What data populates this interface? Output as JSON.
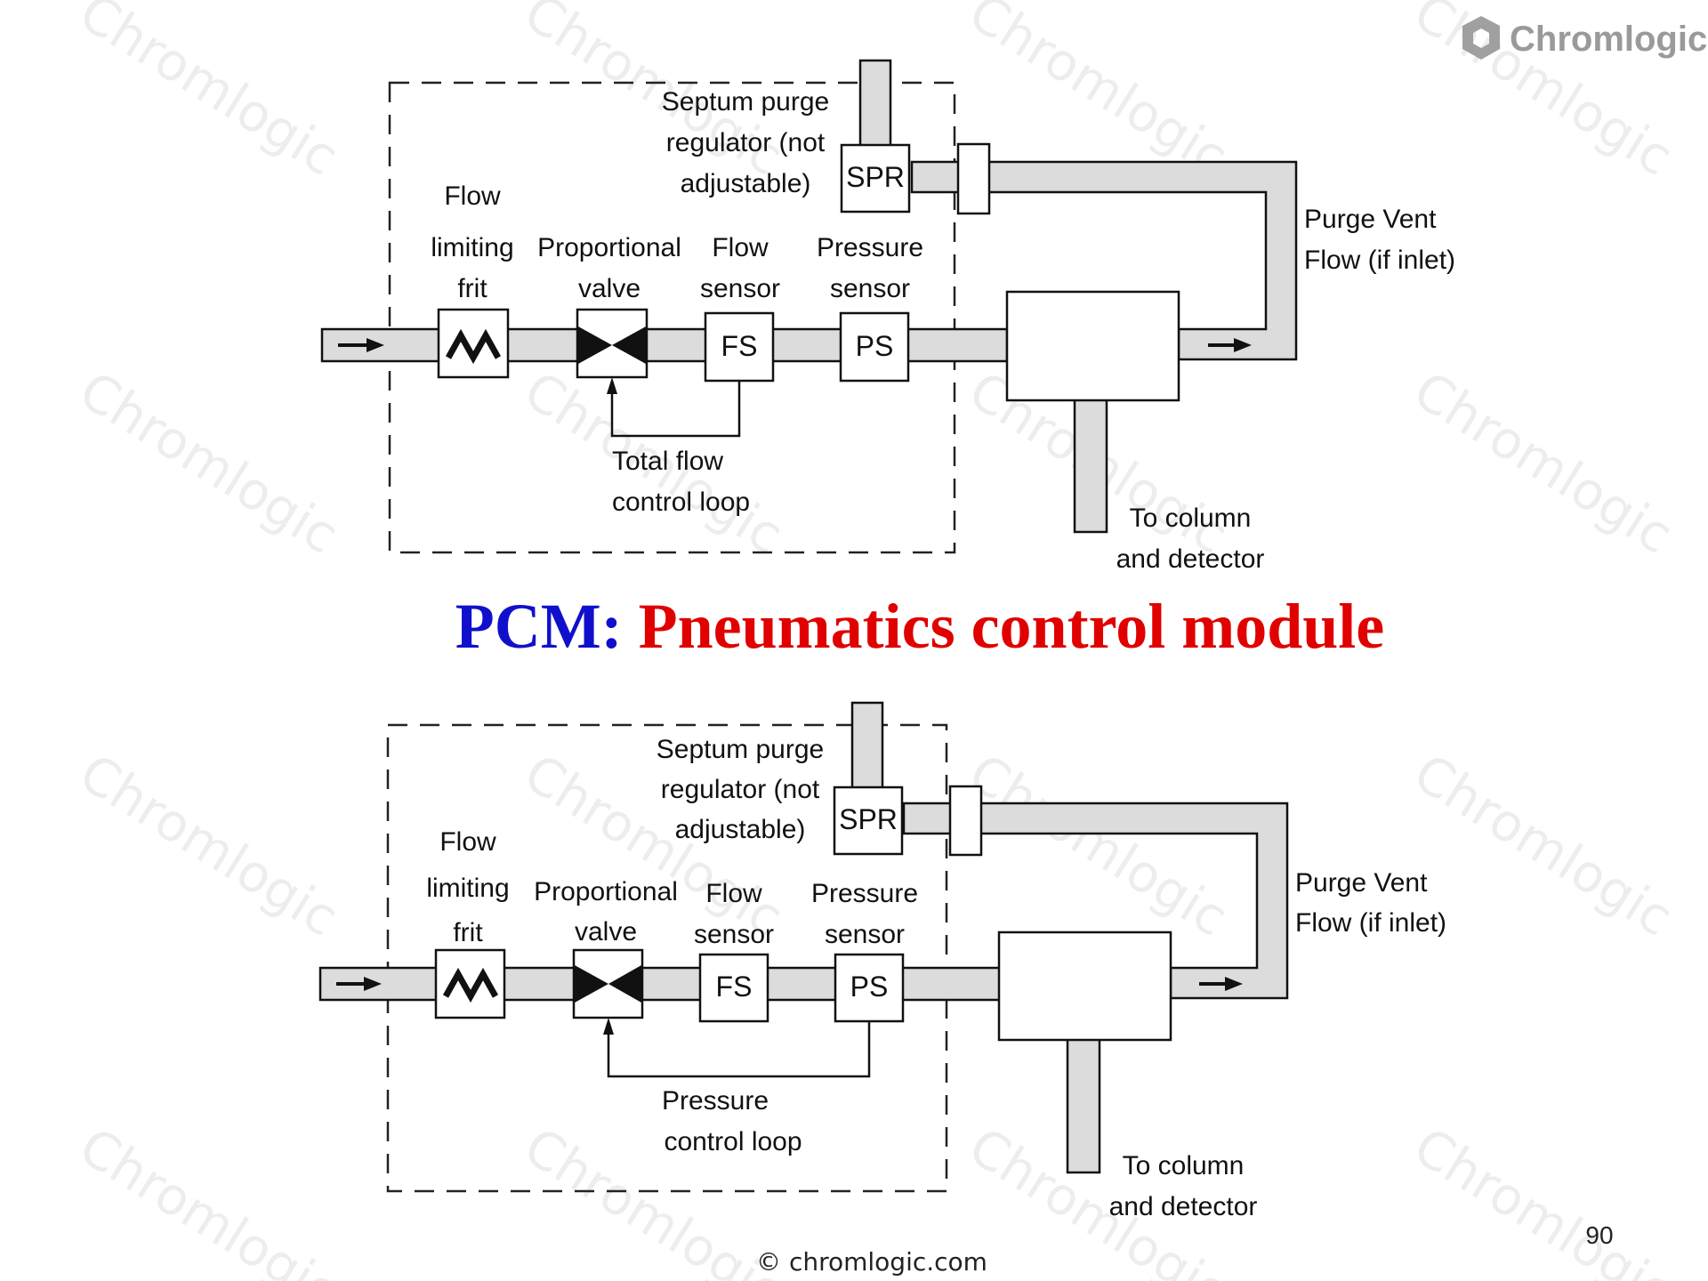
{
  "logo": {
    "text": "Chromlogic"
  },
  "watermark": {
    "text": "Chromlogic"
  },
  "title": {
    "prefix": "PCM:",
    "main": "Pneumatics control module",
    "prefix_color": "#1010cc",
    "main_color": "#e00000"
  },
  "diagram_top": {
    "septum_purge": [
      "Septum purge",
      "regulator (not",
      "adjustable)"
    ],
    "flow_limiting_frit": [
      "Flow",
      "limiting",
      "frit"
    ],
    "proportional_valve": [
      "Proportional",
      "valve"
    ],
    "flow_sensor": [
      "Flow",
      "sensor"
    ],
    "pressure_sensor": [
      "Pressure",
      "sensor"
    ],
    "spr_box": "SPR",
    "fs_box": "FS",
    "ps_box": "PS",
    "purge_vent": [
      "Purge Vent",
      "Flow (if inlet)"
    ],
    "loop": [
      "Total flow",
      "control loop"
    ],
    "to_column": [
      "To column",
      "and detector"
    ]
  },
  "diagram_bottom": {
    "septum_purge": [
      "Septum purge",
      "regulator (not",
      "adjustable)"
    ],
    "flow_limiting_frit": [
      "Flow",
      "limiting",
      "frit"
    ],
    "proportional_valve": [
      "Proportional",
      "valve"
    ],
    "flow_sensor": [
      "Flow",
      "sensor"
    ],
    "pressure_sensor": [
      "Pressure",
      "sensor"
    ],
    "spr_box": "SPR",
    "fs_box": "FS",
    "ps_box": "PS",
    "purge_vent": [
      "Purge Vent",
      "Flow (if inlet)"
    ],
    "loop": [
      "Pressure",
      "control loop"
    ],
    "to_column": [
      "To column",
      "and detector"
    ]
  },
  "footer": {
    "copyright": "© chromlogic.com"
  },
  "page_number": "90"
}
